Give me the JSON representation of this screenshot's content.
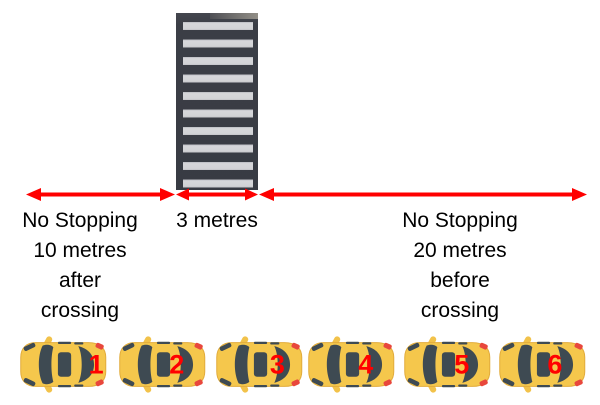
{
  "diagram": {
    "left_zone_label": [
      "No Stopping",
      "10 metres",
      "after",
      "crossing"
    ],
    "crossing_width_label": [
      "3 metres"
    ],
    "right_zone_label": [
      "No Stopping",
      "20 metres",
      "before",
      "crossing"
    ]
  },
  "cars": [
    {
      "number": "1"
    },
    {
      "number": "2"
    },
    {
      "number": "3"
    },
    {
      "number": "4"
    },
    {
      "number": "5"
    },
    {
      "number": "6"
    }
  ],
  "colors": {
    "arrow_red": "#FF0000",
    "car_number_red": "#FF0000",
    "car_body_yellow": "#F5C74C",
    "car_window_dark": "#3E4A52",
    "car_taillight_red": "#E8473C",
    "crossing_background": "#3B3E46",
    "crossing_stripe": "#D2D3D6",
    "text_black": "#000000"
  },
  "icons": {
    "crossing_image": "zebra-crossing-top-view",
    "car_icon": "car-top-view",
    "arrow_icon": "double-headed-arrow"
  }
}
